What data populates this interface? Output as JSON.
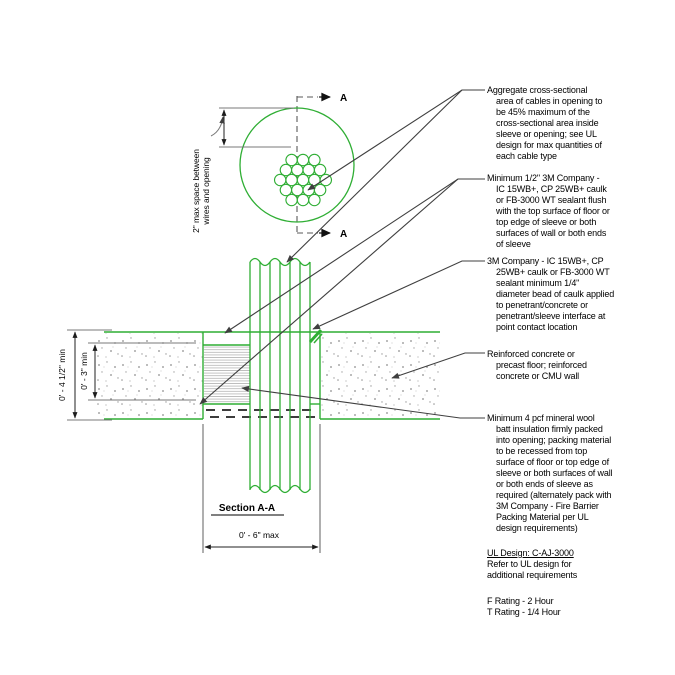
{
  "colors": {
    "firestop_green": "#2fא0",
    "green": "#2fae34",
    "line_gray": "#7a7a7a",
    "leader_gray": "#3f3f3f",
    "text_black": "#000000"
  },
  "plan": {
    "cut_label": "A",
    "space_note": "2\" max space between\nwires and opening"
  },
  "section": {
    "title": "Section A-A",
    "thickness_dim": "0' - 4 1/2\" min",
    "packing_dim": "0' - 3\" min",
    "width_dim": "0' - 6\" max"
  },
  "callouts": [
    {
      "id": "aggregate-cables",
      "text": "Aggregate cross-sectional\narea of cables in opening to\nbe 45% maximum of the\ncross-sectional area inside\nsleeve or opening; see UL\ndesign for max quantities of\neach cable type"
    },
    {
      "id": "top-sealant",
      "text": "Minimum 1/2\" 3M Company -\nIC 15WB+, CP 25WB+ caulk\nor FB-3000 WT sealant flush\nwith the top surface of floor or\ntop edge of sleeve or both\nsurfaces of wall or both ends\nof sleeve"
    },
    {
      "id": "caulk-bead",
      "text": "3M Company - IC 15WB+, CP\n25WB+ caulk or FB-3000 WT\nsealant minimum 1/4\"\ndiameter bead of caulk applied\nto penetrant/concrete or\npenetrant/sleeve interface at\npoint contact location"
    },
    {
      "id": "concrete",
      "text": "Reinforced concrete or\nprecast floor; reinforced\nconcrete or CMU wall"
    },
    {
      "id": "mineral-wool",
      "text": "Minimum 4 pcf mineral wool\nbatt insulation firmly packed\ninto opening; packing material\nto be recessed from top\nsurface of floor or top edge of\nsleeve or both surfaces of wall\nor both ends of sleeve as\nrequired (alternately pack with\n3M Company - Fire Barrier\nPacking Material per UL\ndesign requirements)"
    }
  ],
  "notes": {
    "ul_design": "UL Design: C-AJ-3000",
    "ul_refer": "Refer to UL design for\nadditional requirements",
    "f_rating": "F Rating - 2 Hour",
    "t_rating": "T Rating - 1/4 Hour"
  }
}
